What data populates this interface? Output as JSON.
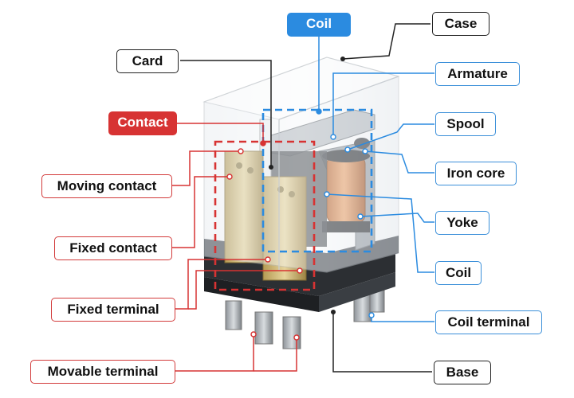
{
  "labels": {
    "coil_header": "Coil",
    "contact_header": "Contact",
    "case": "Case",
    "card": "Card",
    "armature": "Armature",
    "spool": "Spool",
    "iron_core": "Iron core",
    "yoke": "Yoke",
    "coil": "Coil",
    "coil_terminal": "Coil terminal",
    "base": "Base",
    "moving_contact": "Moving contact",
    "fixed_contact": "Fixed contact",
    "fixed_terminal": "Fixed terminal",
    "movable_terminal": "Movable terminal"
  },
  "colors": {
    "coil_group": "#2b8be0",
    "contact_group": "#d73333",
    "structure": "#222222"
  }
}
